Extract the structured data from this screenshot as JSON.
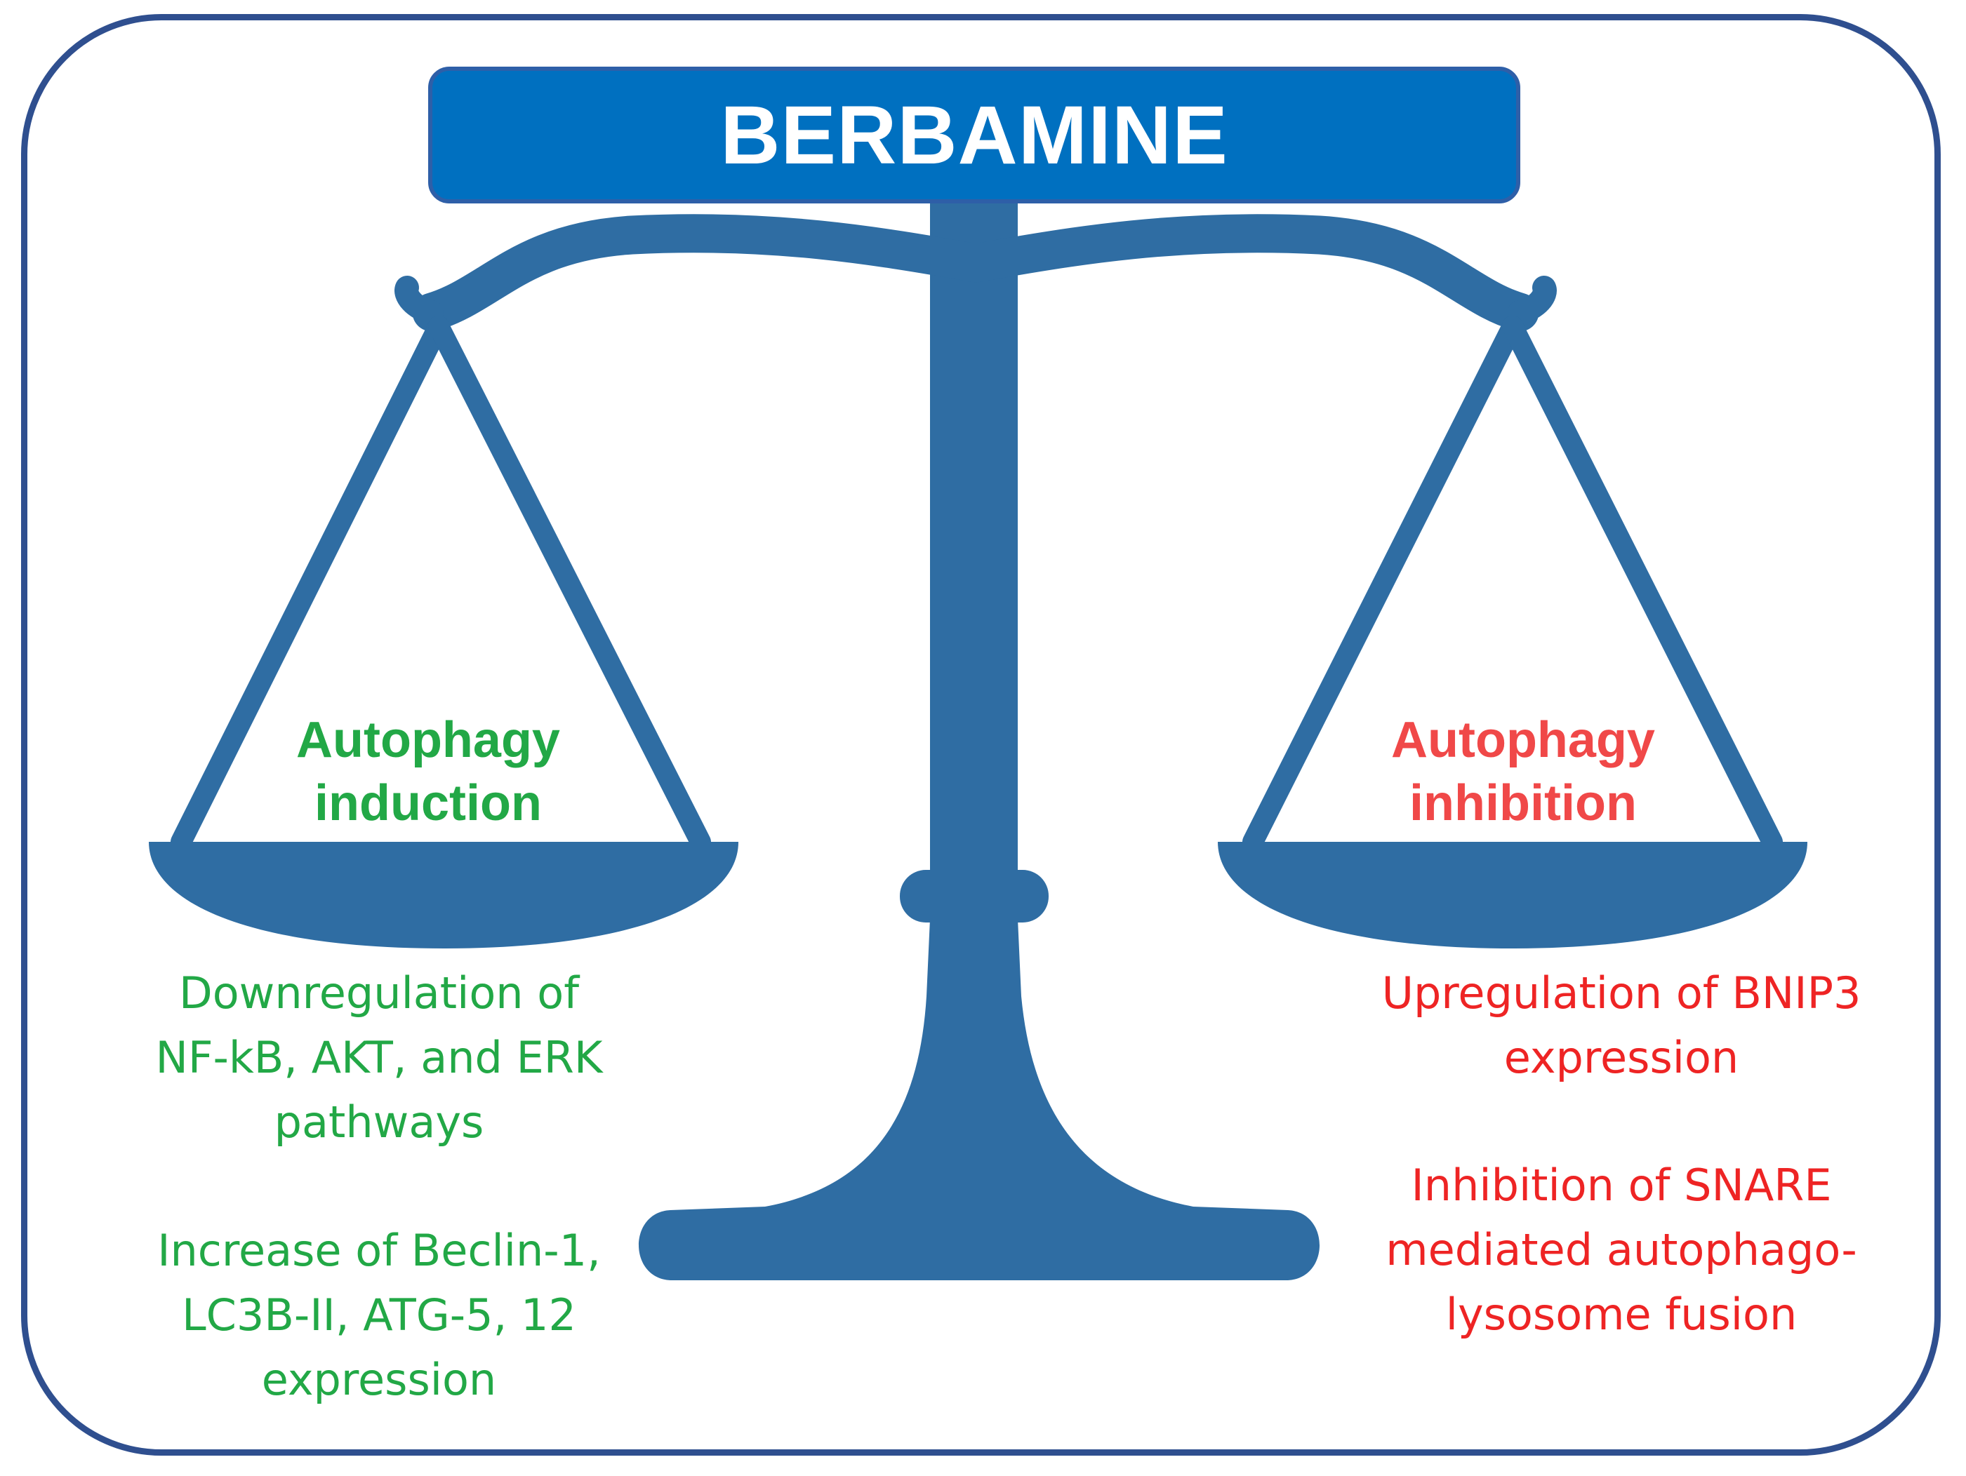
{
  "title": "BERBAMINE",
  "colors": {
    "title_bg": "#0070C0",
    "scale": "#2F6DA3",
    "frame": "#2F4F8F",
    "induction": "#22A846",
    "inhibition": "#EE2424"
  },
  "left_pan": {
    "title_line1": "Autophagy",
    "title_line2": "induction",
    "effects": [
      {
        "lines": [
          "Downregulation of",
          "NF-kB, AKT, and ERK",
          "pathways"
        ]
      },
      {
        "lines": [
          "Increase of Beclin-1,",
          "LC3B-II, ATG-5, 12",
          "expression"
        ]
      }
    ]
  },
  "right_pan": {
    "title_line1": "Autophagy",
    "title_line2": "inhibition",
    "effects": [
      {
        "lines": [
          "Upregulation of BNIP3",
          "expression"
        ]
      },
      {
        "lines": [
          "Inhibition of SNARE",
          "mediated autophago-",
          "lysosome fusion"
        ]
      }
    ]
  }
}
